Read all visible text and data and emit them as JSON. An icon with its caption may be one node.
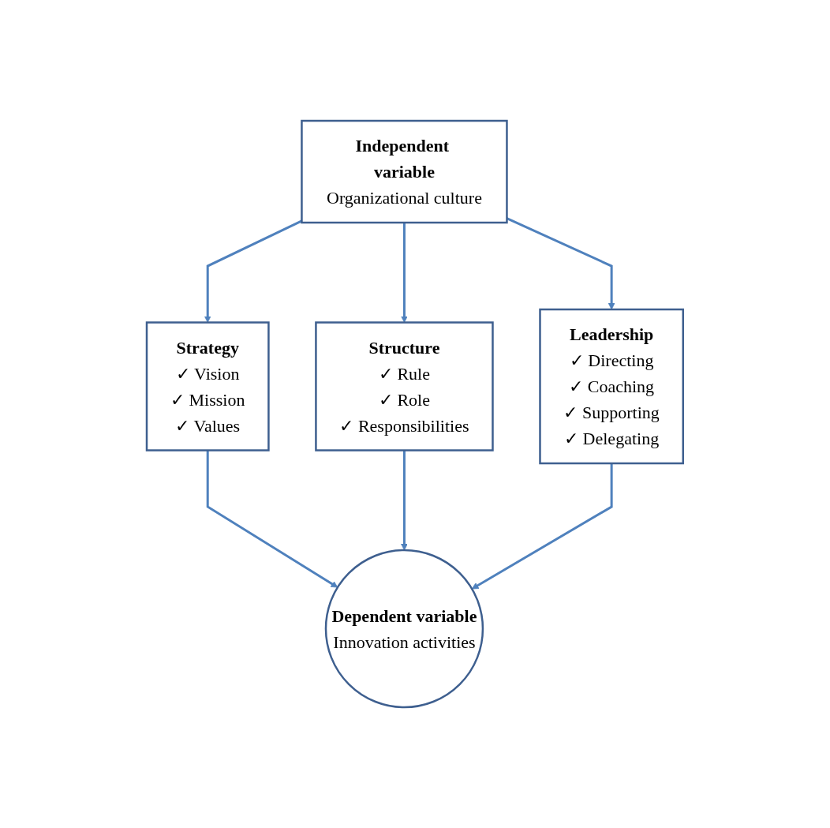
{
  "diagram": {
    "nodes": [
      {
        "text": [
          "Independent variable",
          "Organizational culture"
        ]
      },
      {
        "text": [
          "Strategy",
          "✓ Vision",
          "✓ Mission",
          "✓ Values"
        ]
      },
      {
        "text": [
          "Structure",
          "✓ Rule",
          "✓ Role",
          "✓ Responsibilities"
        ]
      },
      {
        "text": [
          "Leadership",
          "✓ Directing",
          "✓ Coaching",
          "✓ Supporting",
          "✓ Delegating"
        ]
      },
      {
        "text": [
          "Dependent variable",
          "Innovation activities"
        ]
      }
    ],
    "edges": [
      {
        "from": 0,
        "to": 1,
        "arrow": "to"
      },
      {
        "from": 0,
        "to": 2,
        "arrow": "to"
      },
      {
        "from": 0,
        "to": 3,
        "arrow": "to"
      },
      {
        "from": 1,
        "to": 4,
        "arrow": "to"
      },
      {
        "from": 2,
        "to": 4,
        "arrow": "to"
      },
      {
        "from": 3,
        "to": 4,
        "arrow": "to"
      }
    ]
  }
}
